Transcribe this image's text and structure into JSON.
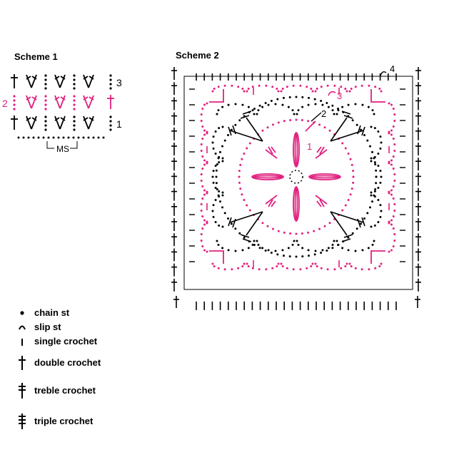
{
  "scheme1": {
    "title": "Scheme 1",
    "row_numbers": [
      "3",
      "2",
      "1"
    ],
    "repeat_label": "MS"
  },
  "scheme2": {
    "title": "Scheme 2",
    "round_numbers": [
      "1",
      "2",
      "3",
      "4"
    ]
  },
  "colors": {
    "accent": "#e0207f",
    "ink": "#000000"
  },
  "legend": {
    "items": [
      {
        "symbol": "chain-dot-icon",
        "label": "chain st"
      },
      {
        "symbol": "slip-st-arc-icon",
        "label": "slip st"
      },
      {
        "symbol": "single-crochet-bar-icon",
        "label": "single crochet"
      },
      {
        "symbol": "double-crochet-icon",
        "label": "double crochet"
      },
      {
        "symbol": "treble-crochet-icon",
        "label": "treble crochet"
      },
      {
        "symbol": "triple-crochet-icon",
        "label": "triple crochet"
      }
    ]
  }
}
